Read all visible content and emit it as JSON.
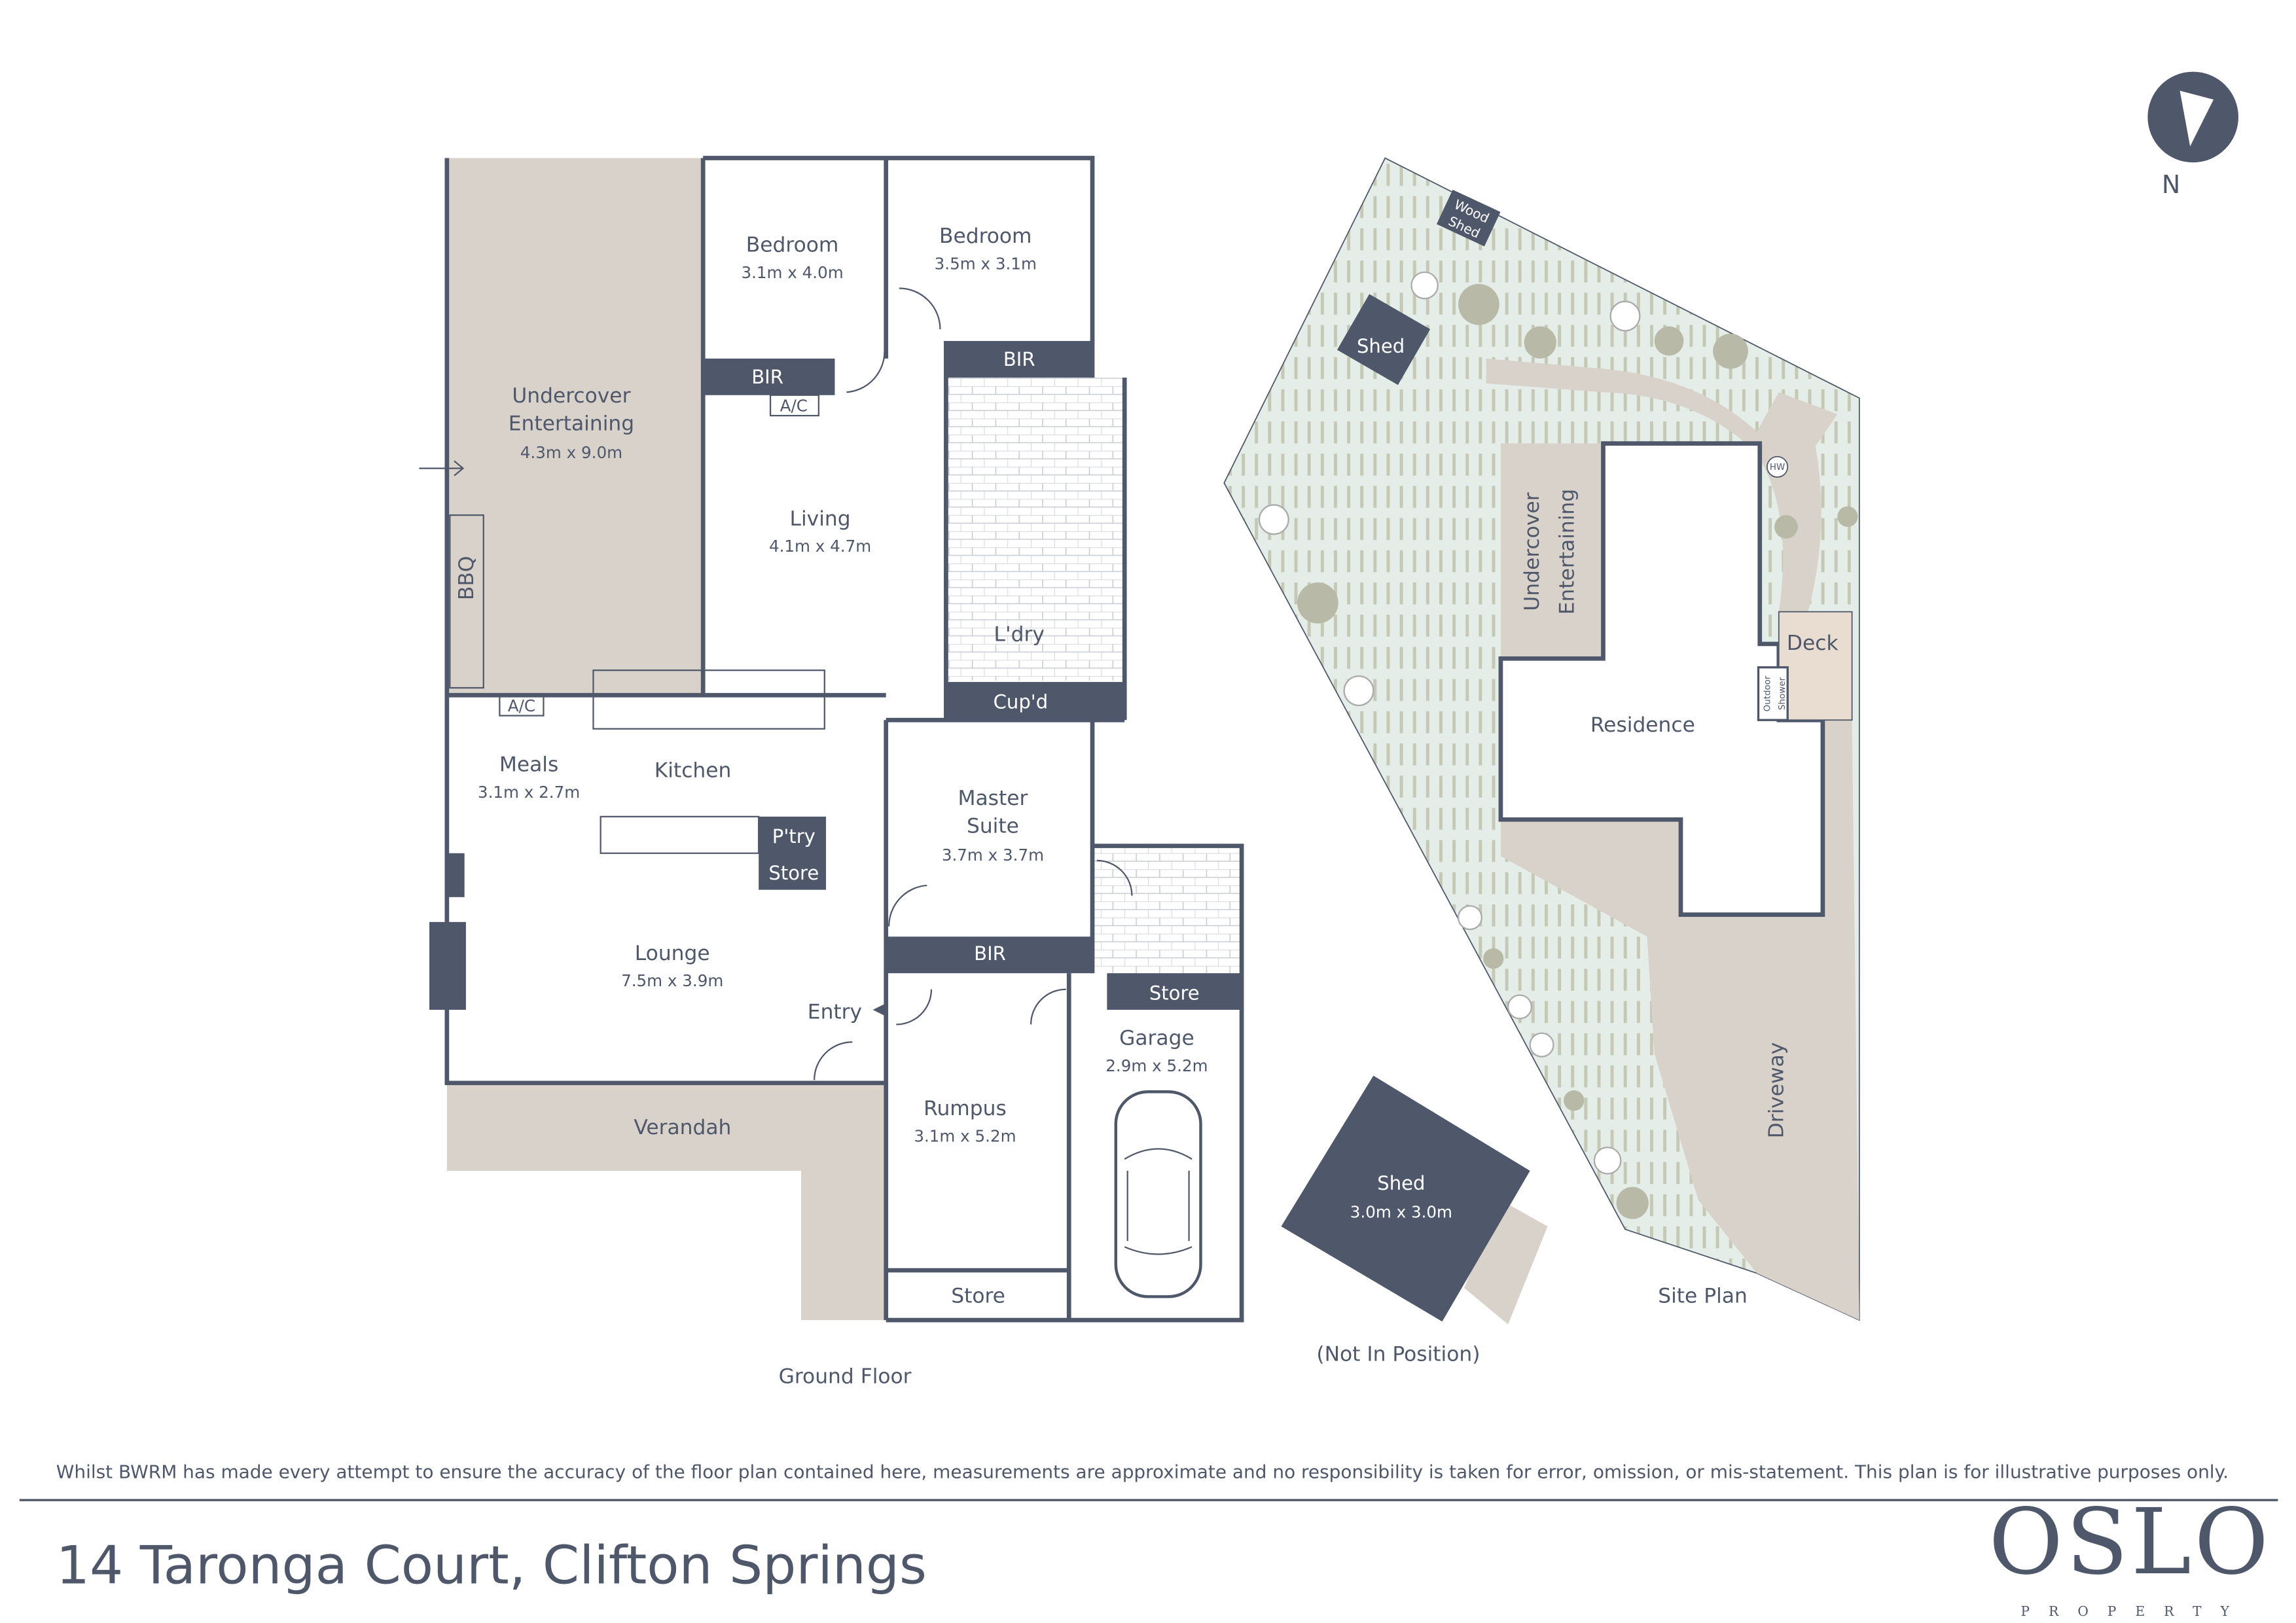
{
  "address": "14 Taronga Court, Clifton Springs",
  "disclaimer": "Whilst BWRM  has made every attempt to ensure the accuracy of the floor plan contained here, measurements are approximate and no responsibility is taken for error, omission, or mis-statement. This plan is for illustrative purposes only.",
  "logo": {
    "name": "OSLO",
    "tagline": "PROPERTY"
  },
  "compass": {
    "label": "N"
  },
  "colors": {
    "primary": "#4f586b",
    "concrete": "#d8d2cb",
    "grass": "#e4ede7",
    "grass_stripe": "#c6c8b6"
  },
  "ground_floor": {
    "title": "Ground Floor",
    "rooms": {
      "undercover": {
        "name": "Undercover",
        "name2": "Entertaining",
        "dim": "4.3m x 9.0m"
      },
      "bedroom1": {
        "name": "Bedroom",
        "dim": "3.1m x 4.0m"
      },
      "bedroom2": {
        "name": "Bedroom",
        "dim": "3.5m x 3.1m"
      },
      "bir1": "BIR",
      "bir2": "BIR",
      "bir3": "BIR",
      "ac1": "A/C",
      "ac2": "A/C",
      "bbq": "BBQ",
      "living": {
        "name": "Living",
        "dim": "4.1m x 4.7m"
      },
      "laundry": "L'dry",
      "cupd": "Cup'd",
      "meals": {
        "name": "Meals",
        "dim": "3.1m x 2.7m"
      },
      "kitchen": "Kitchen",
      "pantry": "P'try",
      "pantry_store": "Store",
      "master": {
        "name": "Master",
        "name2": "Suite",
        "dim": "3.7m x 3.7m"
      },
      "lounge": {
        "name": "Lounge",
        "dim": "7.5m x 3.9m"
      },
      "entry": "Entry",
      "ensuite_store": "Store",
      "garage": {
        "name": "Garage",
        "dim": "2.9m x 5.2m"
      },
      "rumpus": {
        "name": "Rumpus",
        "dim": "3.1m x 5.2m"
      },
      "rumpus_store": "Store",
      "verandah": "Verandah"
    }
  },
  "shed": {
    "name": "Shed",
    "dim": "3.0m x 3.0m",
    "note": "(Not In Position)"
  },
  "site_plan": {
    "title": "Site Plan",
    "wood_shed": "Wood",
    "wood_shed2": "Shed",
    "shed": "Shed",
    "undercover": "Undercover",
    "undercover2": "Entertaining",
    "hw": "HW",
    "deck": "Deck",
    "outdoor": "Outdoor",
    "shower": "Shower",
    "residence": "Residence",
    "driveway": "Driveway"
  }
}
